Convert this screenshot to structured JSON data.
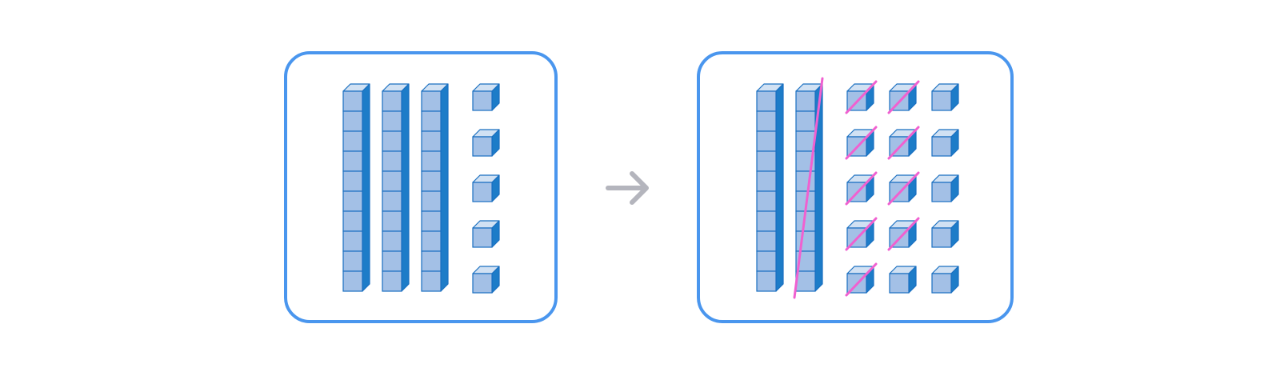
{
  "colors": {
    "panel_border": "#4a96ee",
    "cube_front": "#a3c0e6",
    "cube_top": "#d1e1f3",
    "cube_side": "#1d7cc8",
    "cube_edge": "#1a6fc0",
    "cross_out": "#f060d0",
    "arrow": "#b4b5bd"
  },
  "left_panel": {
    "tens_rods": 3,
    "ones_cubes": 5
  },
  "arrow": {
    "icon": "right-arrow-icon"
  },
  "right_panel": {
    "tens_rods": 2,
    "crossed_out_rods": 1,
    "ones_cubes": 15,
    "crossed_out_cubes": 9
  }
}
